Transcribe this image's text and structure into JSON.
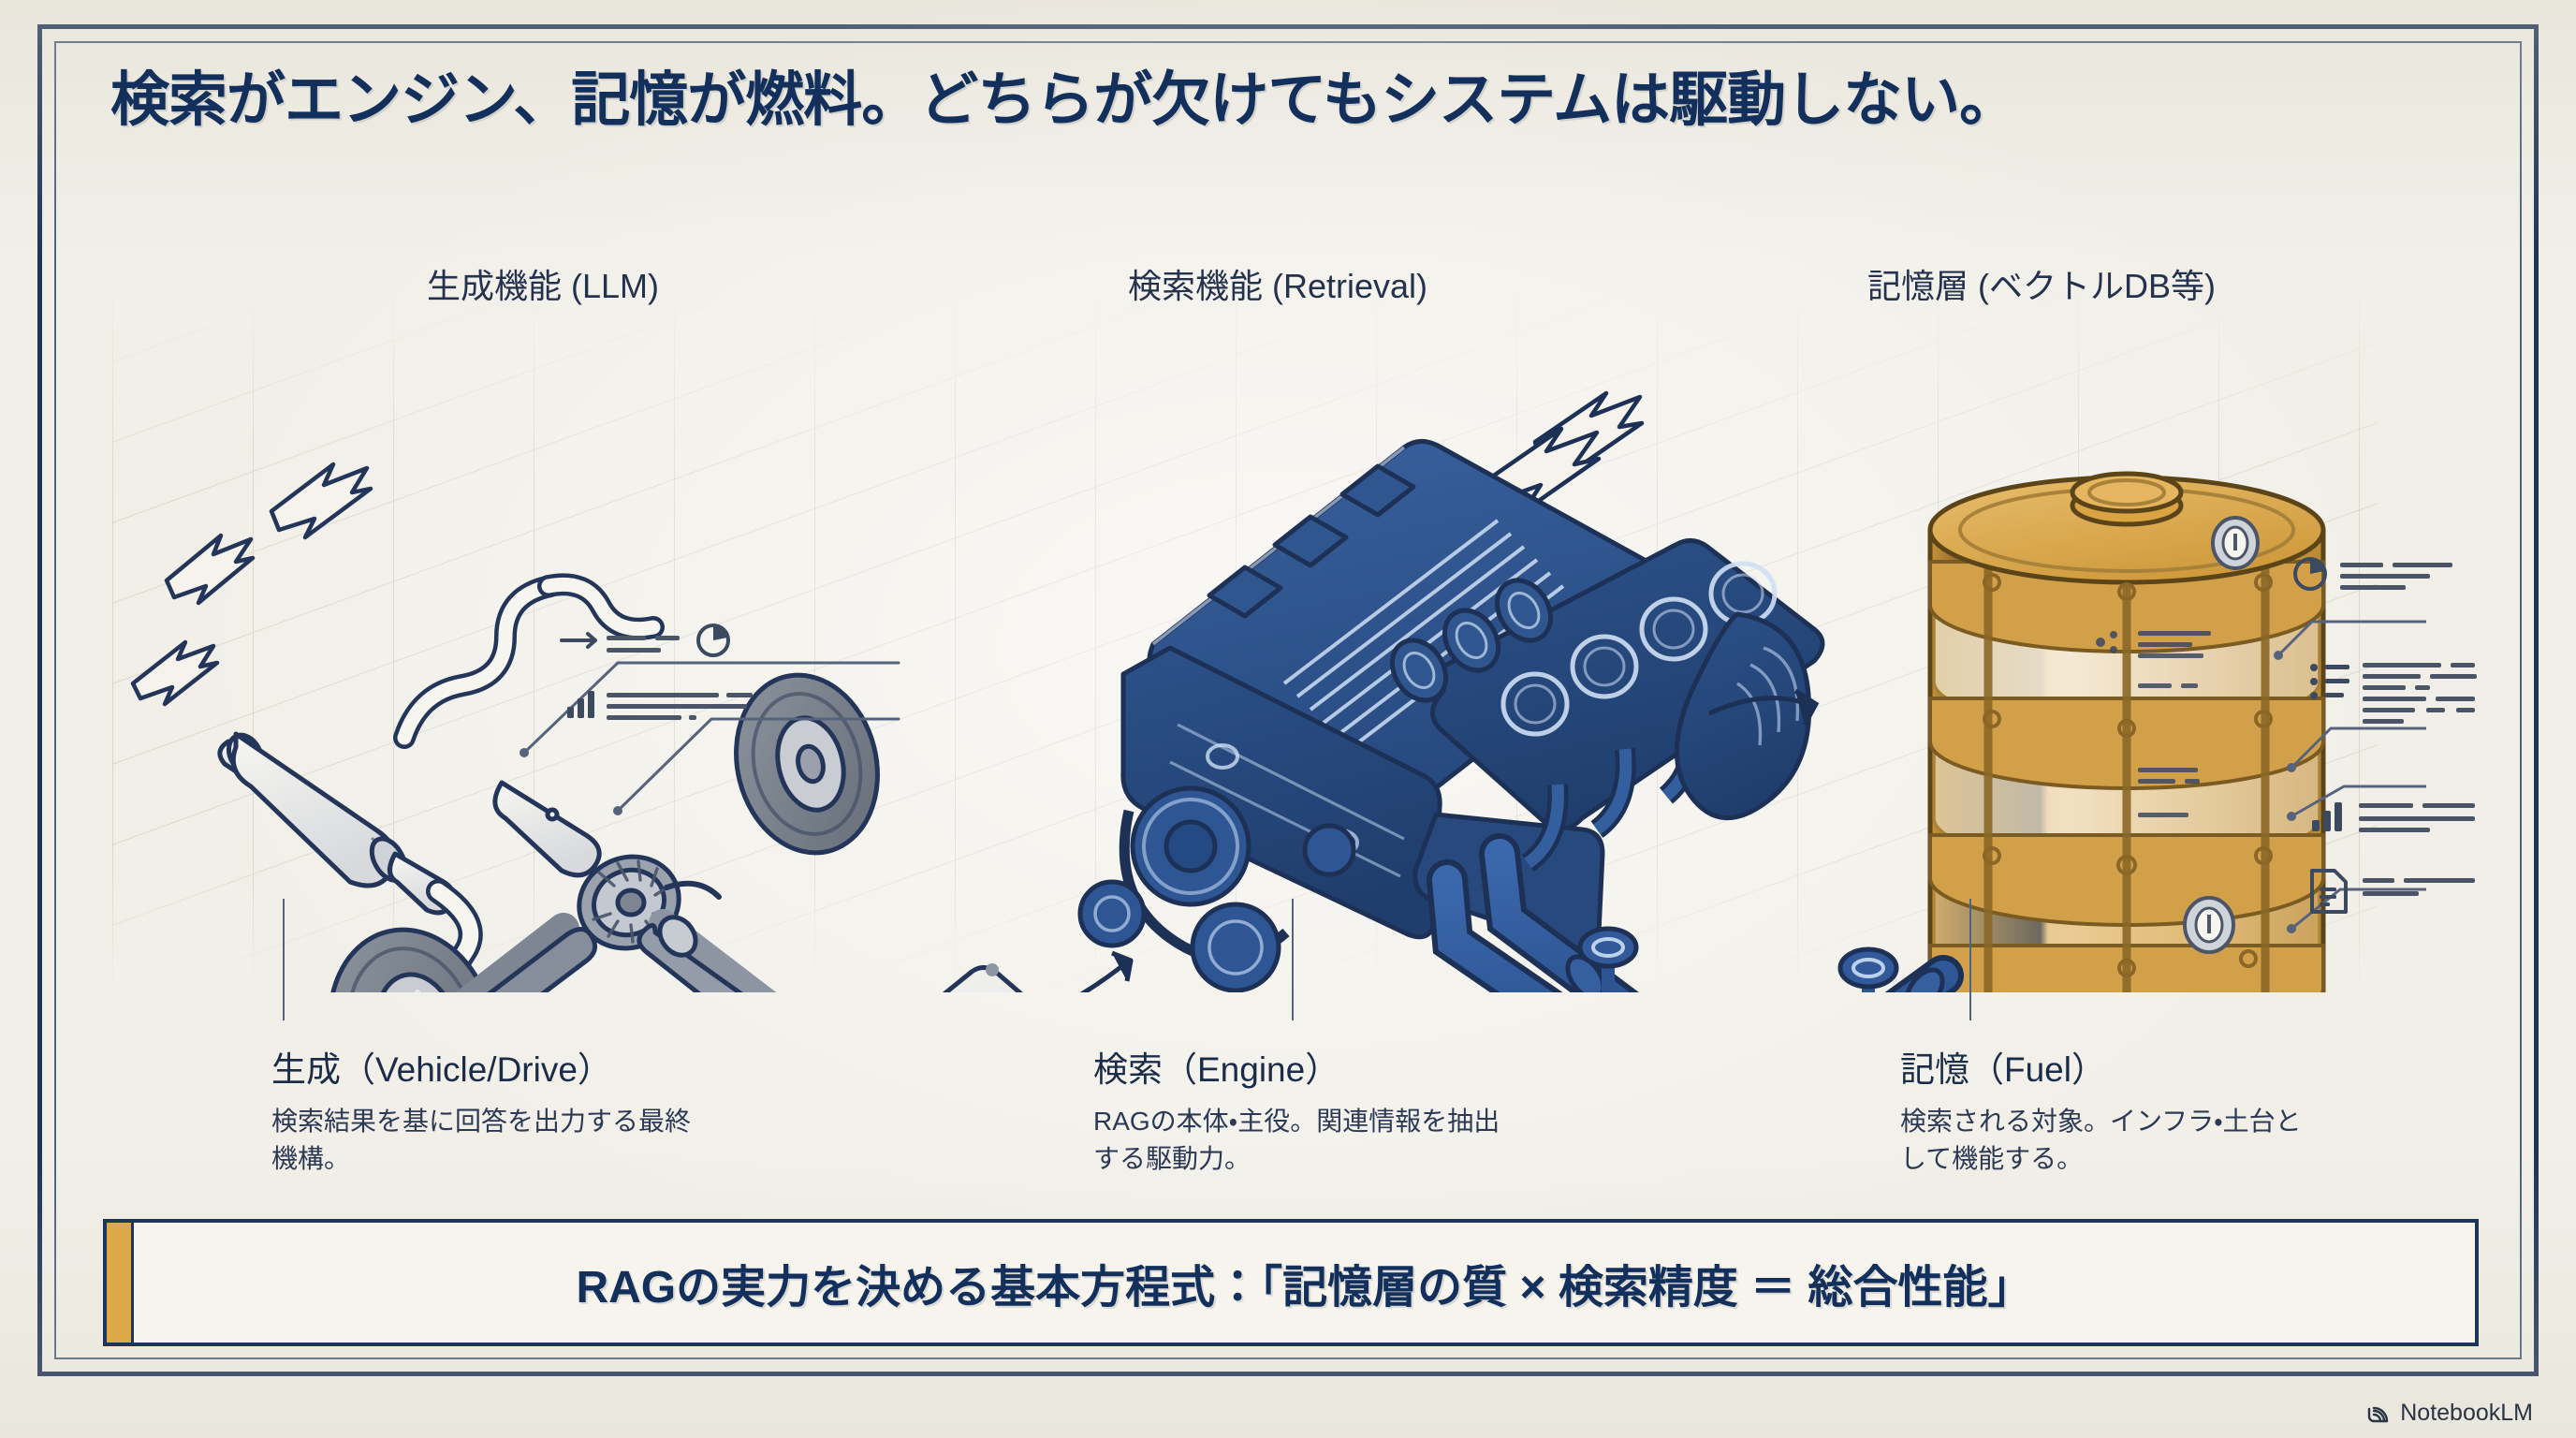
{
  "slide": {
    "background_color": "#f1efe8",
    "border_color": "#1d3557",
    "accent_gold": "#dba84a",
    "ink_blue": "#12305b",
    "engine_blue": "#2d5189",
    "title": "検索がエンジン、記憶が燃料。どちらが欠けてもシステムは駆動しない。"
  },
  "columns": [
    {
      "id": "llm",
      "header": "生成機能 (LLM)"
    },
    {
      "id": "retrieval",
      "header": "検索機能 (Retrieval)"
    },
    {
      "id": "memory",
      "header": "記憶層 (ベクトルDB等)"
    }
  ],
  "captions": [
    {
      "id": "generation",
      "title": "生成（Vehicle/Drive）",
      "body": "検索結果を基に回答を出力する最終機構。"
    },
    {
      "id": "retrieval",
      "title": "検索（Engine）",
      "body": "RAGの本体・主役。関連情報を抽出する駆動力。"
    },
    {
      "id": "memory",
      "title": "記憶（Fuel）",
      "body": "検索される対象。インフラ・土台として機能する。"
    }
  ],
  "banner": {
    "text": "RAGの実力を決める基本方程式：「記憶層の質 × 検索精度 ＝ 総合性能」",
    "accent_color": "#dba84a"
  },
  "watermark": {
    "label": "NotebookLM",
    "icon": "notebooklm-spiral-icon"
  },
  "illustration": {
    "vehicle": {
      "name": "drivetrain-exhaust-assembly",
      "parts": [
        "exhaust-muffler",
        "exhaust-pipe",
        "rear-wheel",
        "front-wheel",
        "differential",
        "driveshaft",
        "transmission-housing"
      ],
      "exhaust_arrows": 3
    },
    "engine": {
      "name": "v-engine-block",
      "parts": [
        "intake-manifold",
        "cylinder-head",
        "timing-belt",
        "pulley",
        "exhaust-manifold"
      ],
      "flow_arrow": "double-arrow-inbound"
    },
    "fuel_tank": {
      "name": "fuel-drum-tank",
      "bands": 3,
      "gauges": 2,
      "body_color": "#d9a441",
      "band_color": "#f0e2c4"
    },
    "pipes": {
      "name": "fuel-supply-pipes",
      "color": "#2f5694",
      "valves": 2,
      "flow_arrows": 4
    },
    "callouts": [
      {
        "icon": "arrow-right-icon",
        "side": "left"
      },
      {
        "icon": "pie-chart-icon",
        "side": "left"
      },
      {
        "icon": "bar-chart-icon",
        "side": "left"
      },
      {
        "icon": "pie-chart-icon",
        "side": "right"
      },
      {
        "icon": "bullet-list-icon",
        "side": "right"
      },
      {
        "icon": "bar-chart-icon",
        "side": "right"
      },
      {
        "icon": "document-icon",
        "side": "right"
      }
    ]
  }
}
